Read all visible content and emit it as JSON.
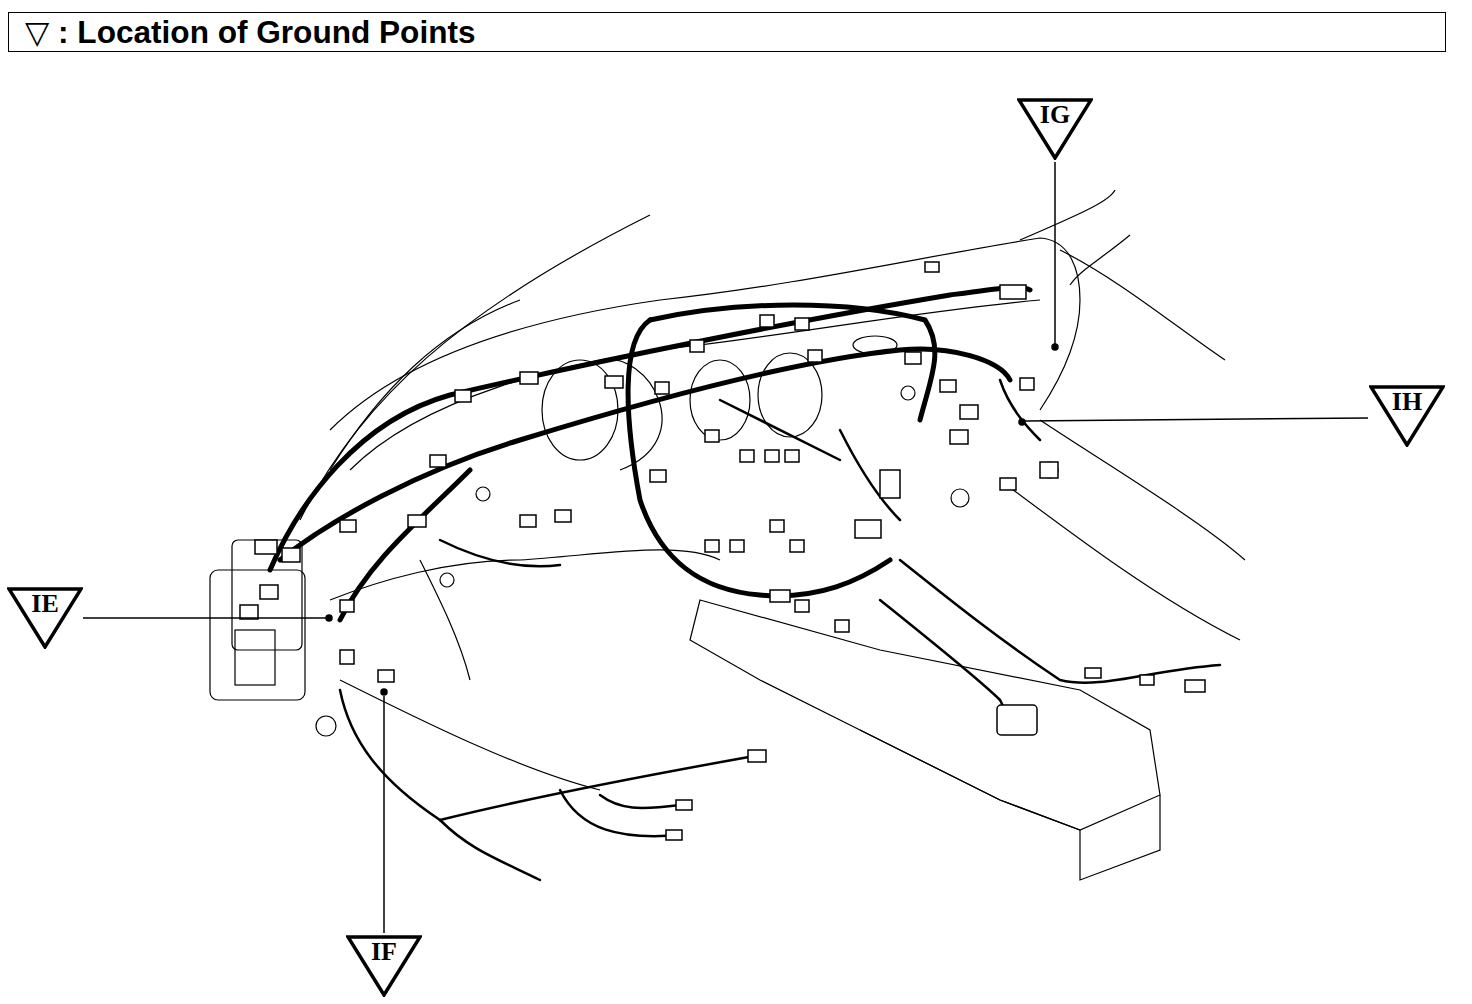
{
  "diagram": {
    "title": "▽ : Location of Ground Points",
    "nodes": [
      {
        "text": [
          "IG"
        ]
      },
      {
        "text": [
          "IH"
        ]
      },
      {
        "text": [
          "IE"
        ]
      },
      {
        "text": [
          "IF"
        ]
      }
    ]
  }
}
